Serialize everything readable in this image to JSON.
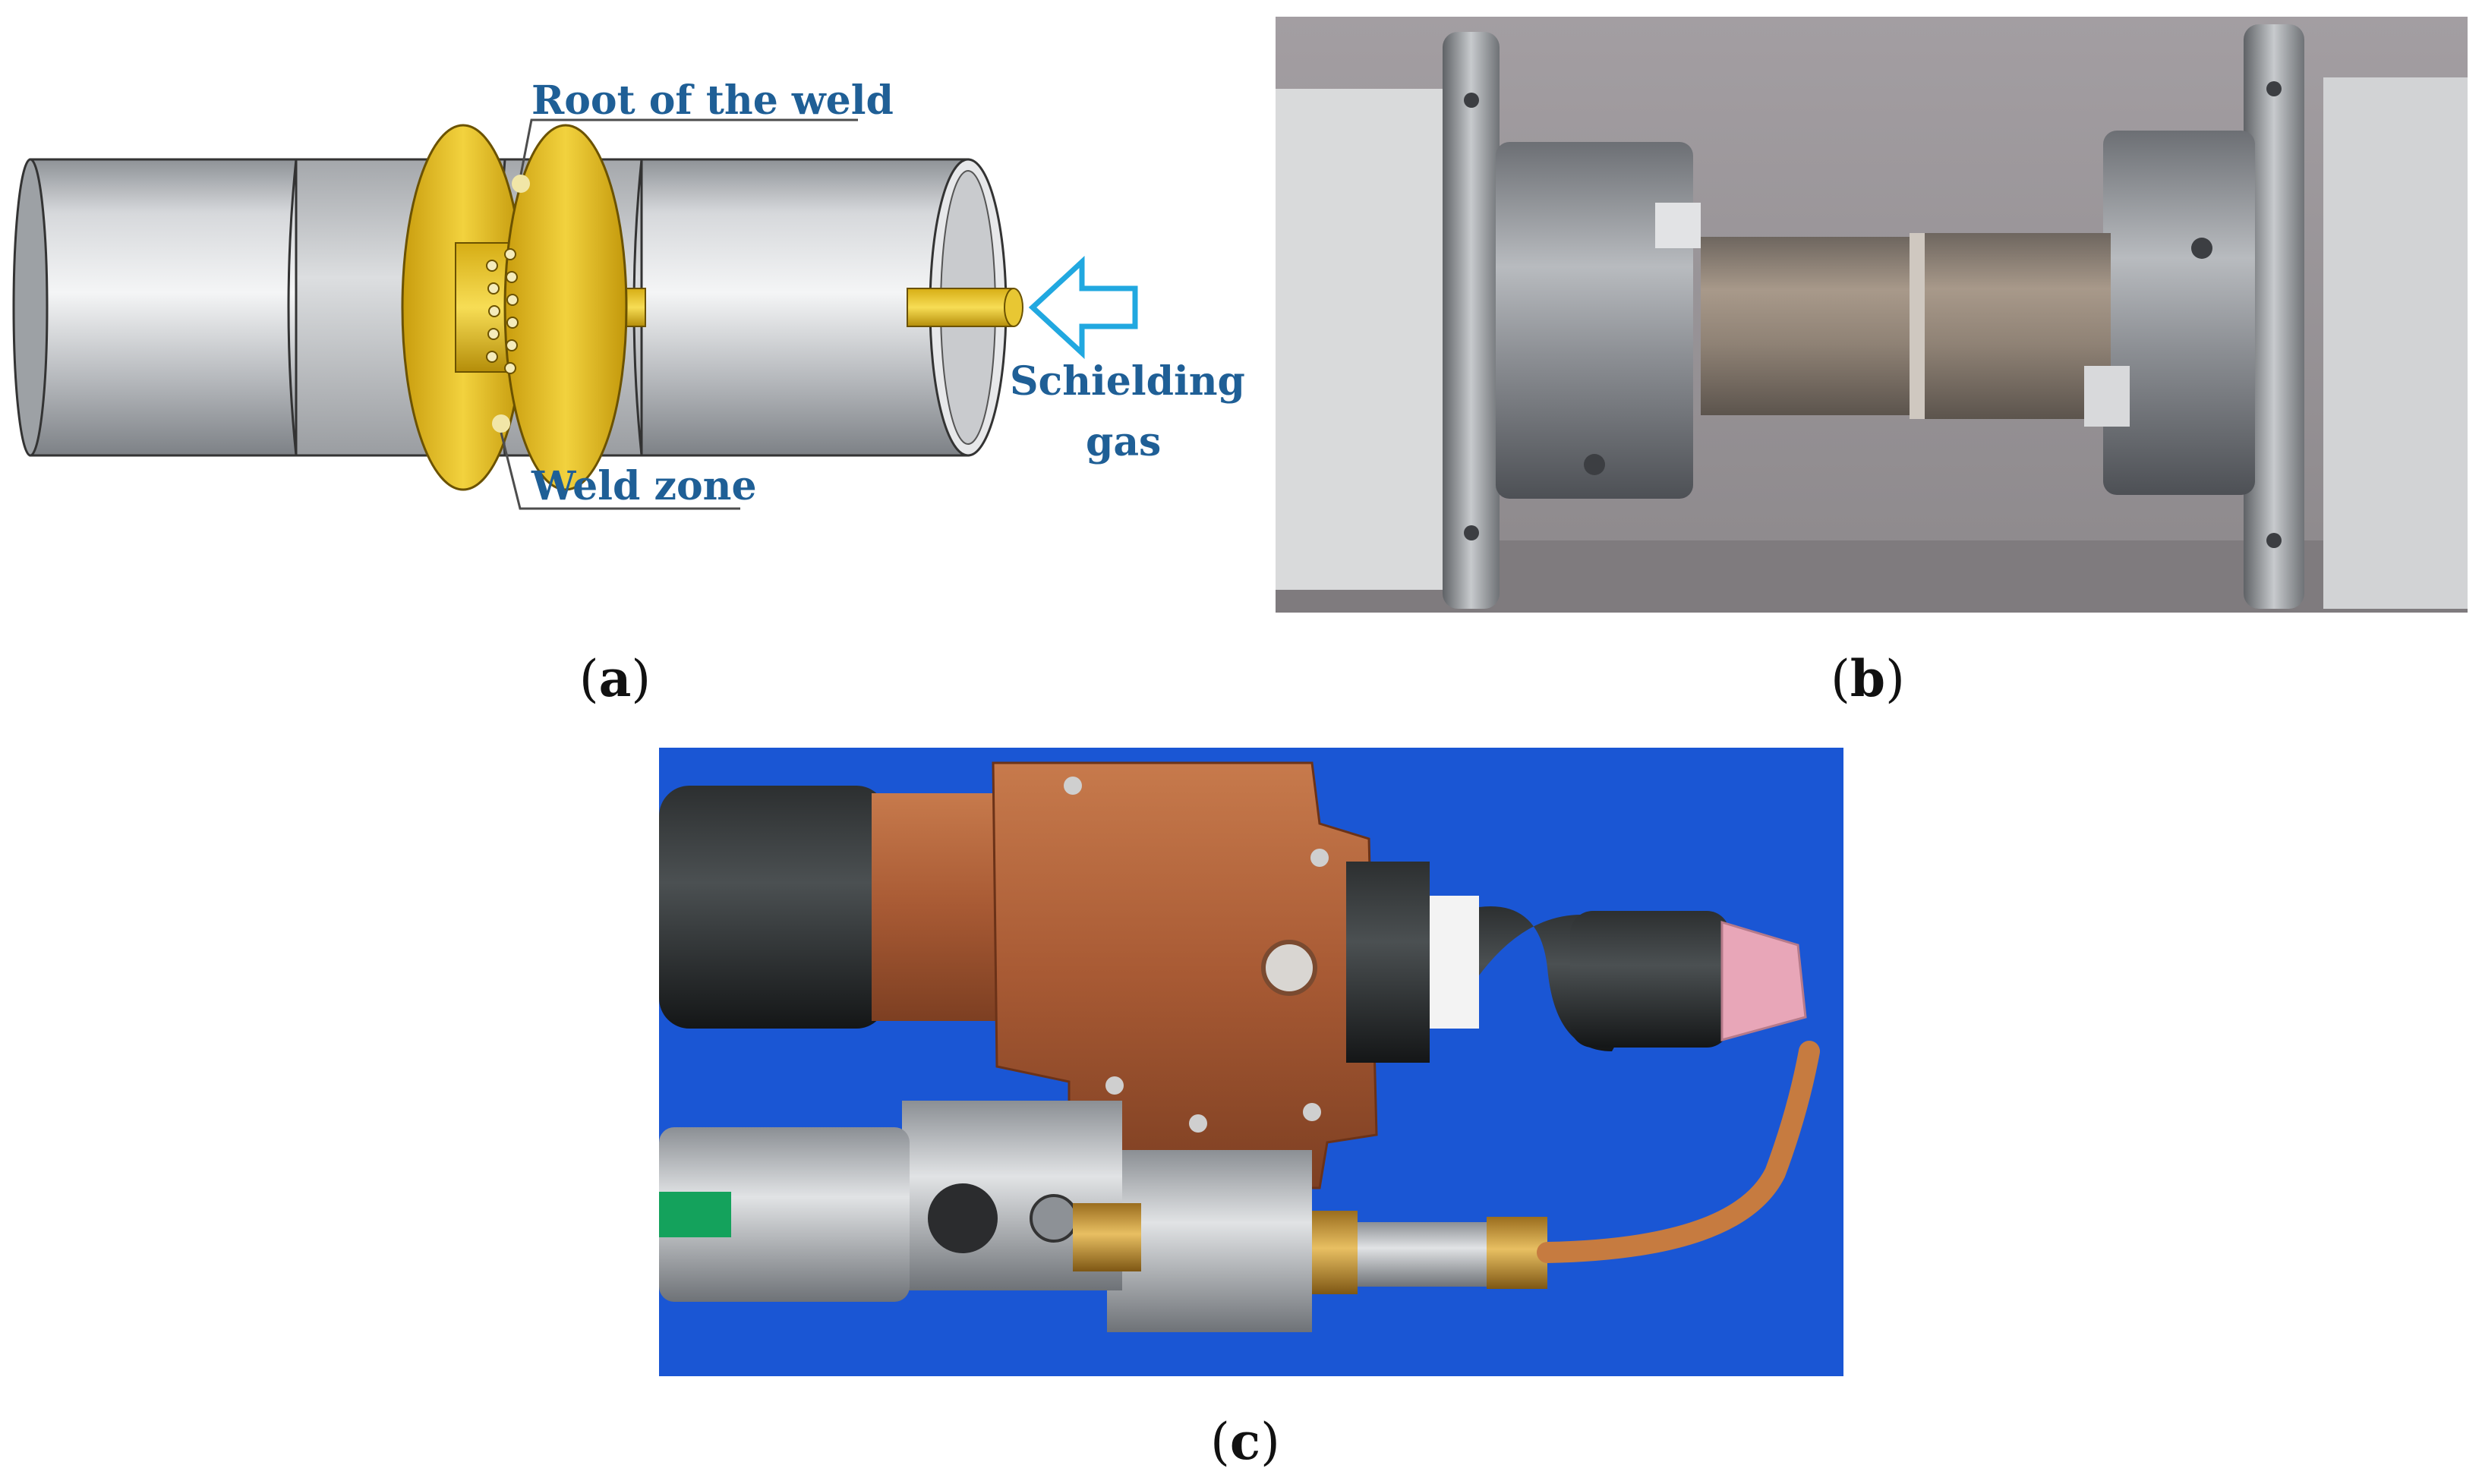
{
  "colors": {
    "label_blue": "#1f5f96",
    "arrow_cyan": "#21a8e0",
    "brass": "#d8b019",
    "pipe_steel": "#b9bcc0",
    "background_blue": "#1a56d4"
  },
  "panel_a": {
    "label_root": "Root of the weld",
    "label_weld_zone": "Weld zone",
    "label_gas_line1": "Schielding",
    "label_gas_line2": "gas"
  },
  "captions": {
    "a_open": "(",
    "a_letter": "a",
    "a_close": ")",
    "b_open": "(",
    "b_letter": "b",
    "b_close": ")",
    "c_open": "(",
    "c_letter": "c",
    "c_close": ")"
  }
}
